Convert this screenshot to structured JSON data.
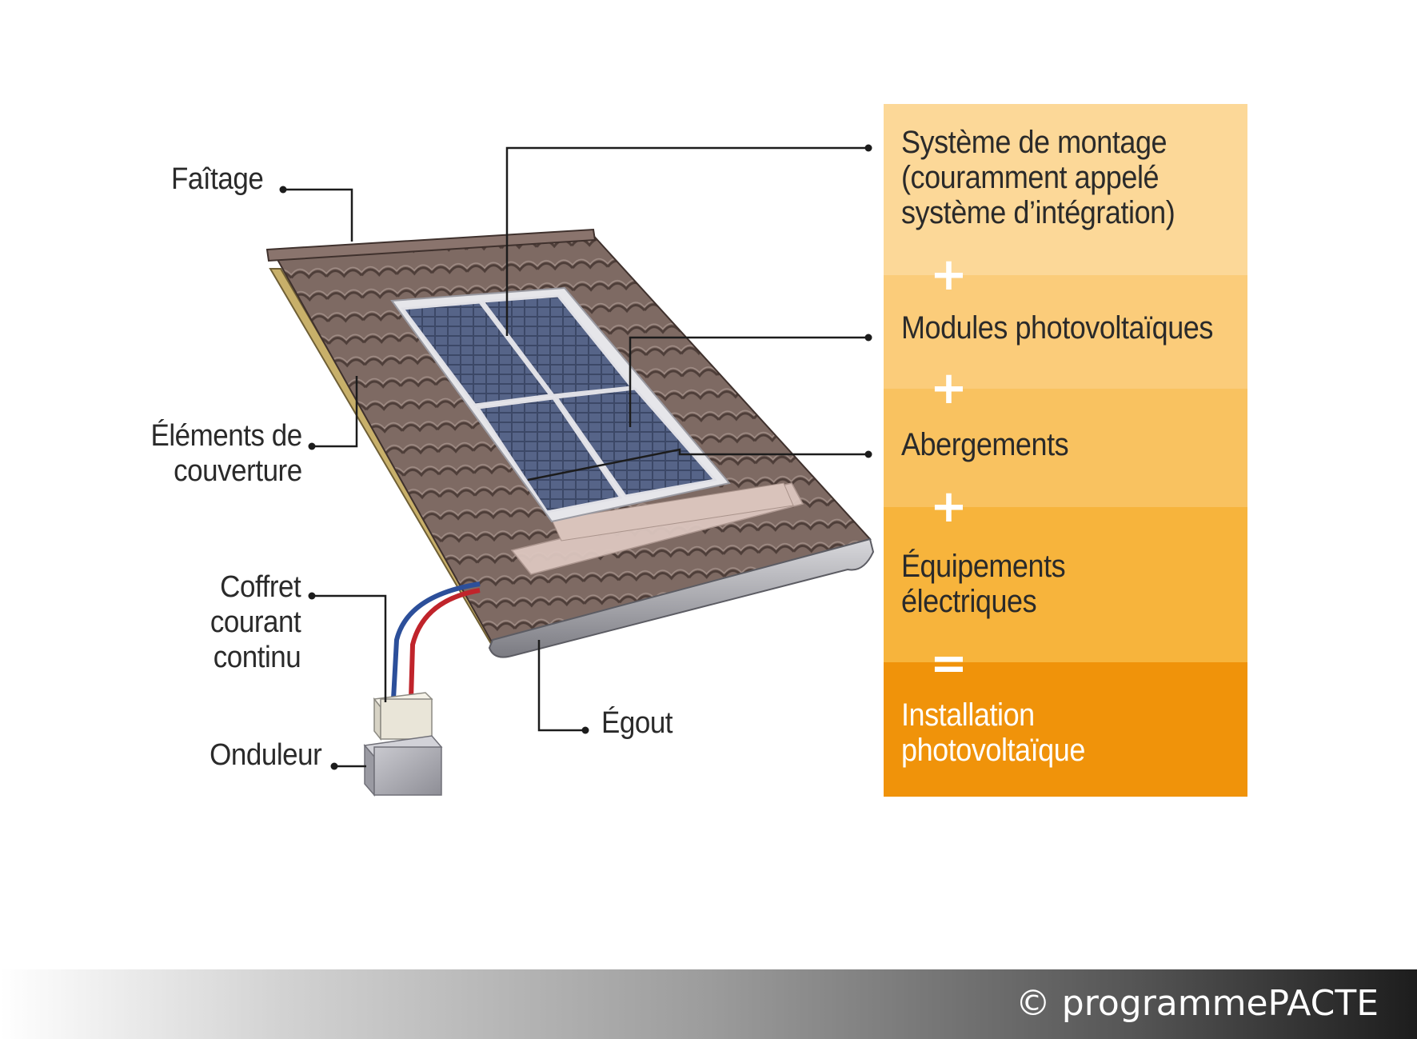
{
  "labels": {
    "faitage": "Faîtage",
    "elements_line1": "Éléments de",
    "elements_line2": "couverture",
    "coffret_line1": "Coffret",
    "coffret_line2": "courant",
    "coffret_line3": "continu",
    "onduleur": "Onduleur",
    "egout": "Égout"
  },
  "stack": [
    {
      "lines": [
        "Système de montage",
        "(couramment appelé",
        "système d’intégration)"
      ],
      "color": "#fcd898"
    },
    {
      "lines": [
        "Modules photovoltaïques"
      ],
      "color": "#fbcc7a"
    },
    {
      "lines": [
        "Abergements"
      ],
      "color": "#f9c260"
    },
    {
      "lines": [
        "Équipements",
        "électriques"
      ],
      "color": "#f7b43c"
    },
    {
      "lines": [
        "Installation",
        "photovoltaïque"
      ],
      "color": "#f0930a"
    }
  ],
  "operators": [
    "+",
    "+",
    "+",
    "="
  ],
  "copyright": "© programmePACTE",
  "colors": {
    "tile": "#7e6a63",
    "tile_dark": "#5e4c46",
    "panel": "#3e4a66",
    "leader": "#1c1c1c",
    "cable_red": "#c0242b",
    "cable_blue": "#2c4f9a"
  }
}
